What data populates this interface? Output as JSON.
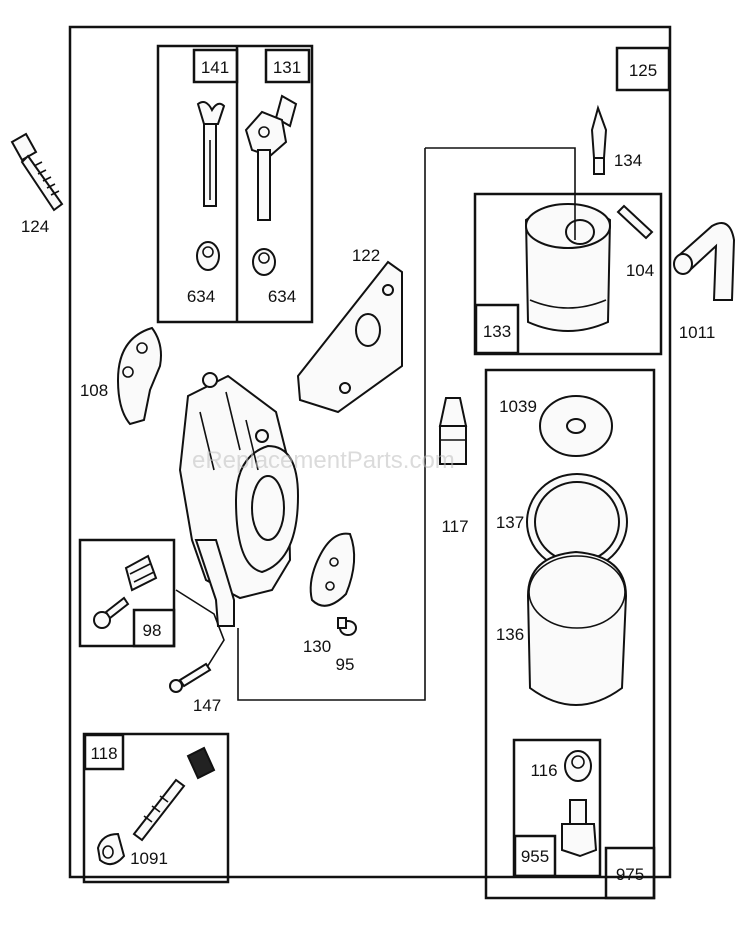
{
  "watermark": "eReplacementParts.com",
  "labels": {
    "p124": "124",
    "p141": "141",
    "p131": "131",
    "p634a": "634",
    "p634b": "634",
    "p125": "125",
    "p134": "134",
    "p104": "104",
    "p133": "133",
    "p1011": "1011",
    "p122": "122",
    "p108": "108",
    "p117": "117",
    "p1039": "1039",
    "p137": "137",
    "p136": "136",
    "p98": "98",
    "p130": "130",
    "p95": "95",
    "p147": "147",
    "p118": "118",
    "p1091": "1091",
    "p116": "116",
    "p955": "955",
    "p975": "975"
  }
}
